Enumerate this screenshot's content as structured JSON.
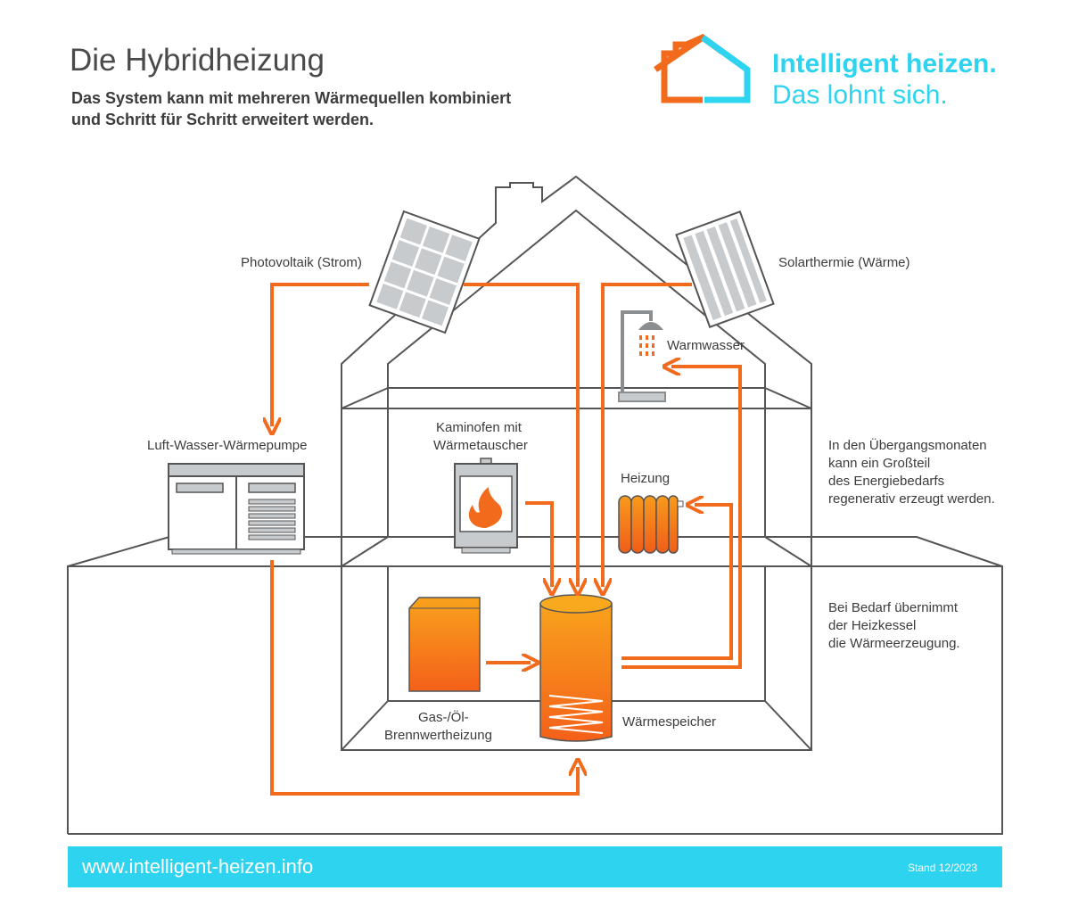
{
  "header": {
    "title": "Die Hybridheizung",
    "subtitle_line1": "Das System kann mit mehreren Wärmequellen kombiniert",
    "subtitle_line2": "und Schritt für Schritt erweitert werden."
  },
  "brand": {
    "slogan_line1": "Intelligent heizen.",
    "slogan_line2": "Das lohnt sich.",
    "logo_colors": {
      "orange": "#f26a1b",
      "cyan": "#2ed3f0"
    }
  },
  "labels": {
    "photovoltaik": "Photovoltaik (Strom)",
    "solarthermie": "Solarthermie (Wärme)",
    "warmwasser": "Warmwasser",
    "waermepumpe": "Luft-Wasser-Wärmepumpe",
    "kaminofen_line1": "Kaminofen mit",
    "kaminofen_line2": "Wärmetauscher",
    "heizung": "Heizung",
    "brennwert_line1": "Gas-/Öl-",
    "brennwert_line2": "Brennwertheizung",
    "waermespeicher": "Wärmespeicher"
  },
  "notes": {
    "uebergang": [
      "In den Übergangsmonaten",
      "kann ein Großteil",
      "des Energiebedarfs",
      "regenerativ erzeugt werden."
    ],
    "bedarf": [
      "Bei Bedarf übernimmt",
      "der Heizkessel",
      "die Wärmeerzeugung."
    ]
  },
  "footer": {
    "url": "www.intelligent-heizen.info",
    "stand": "Stand 12/2023"
  },
  "colors": {
    "arrow": "#f26a1b",
    "outline": "#555555",
    "panel_cell": "#c8cbce",
    "footer_bg": "#2ed3f0"
  }
}
